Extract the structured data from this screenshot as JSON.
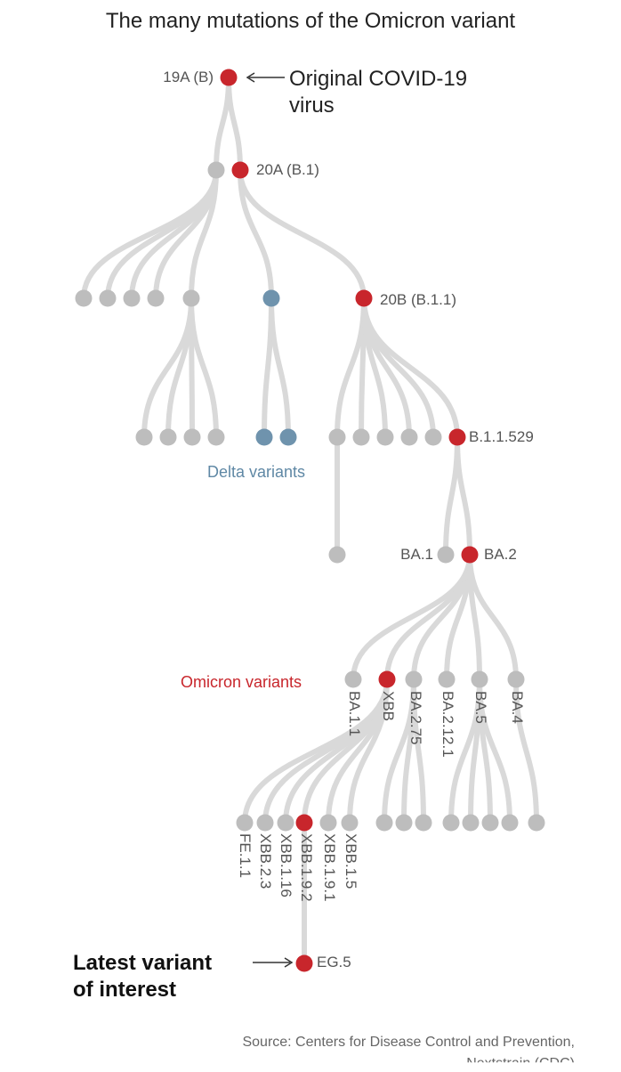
{
  "title": "The many mutations of the Omicron variant",
  "colors": {
    "omicron": "#c8262c",
    "delta": "#6f93ad",
    "other": "#bdbdbd",
    "edge": "#d9d9d9",
    "text": "#555555"
  },
  "labels": {
    "root": "19A (B)",
    "n20a": "20A (B.1)",
    "n20b": "20B (B.1.1)",
    "b11529": "B.1.1.529",
    "ba1": "BA.1",
    "ba2": "BA.2",
    "ba11": "BA.1.1",
    "xbb": "XBB",
    "ba275": "BA.2.75",
    "ba2121": "BA.2.12.1",
    "ba5": "BA.5",
    "ba4": "BA.4",
    "fe11": "FE.1.1",
    "xbb23": "XBB.2.3",
    "xbb116": "XBB.1.16",
    "xbb192": "XBB.1.9.2",
    "xbb191": "XBB.1.9.1",
    "xbb15": "XBB.1.5",
    "eg5": "EG.5"
  },
  "annotations": {
    "original_line1": "Original COVID-19",
    "original_line2": "virus",
    "latest_line1": "Latest variant",
    "latest_line2": "of interest",
    "delta_group": "Delta variants",
    "omicron_group": "Omicron variants"
  },
  "source": "Source: Centers for Disease Control and Prevention,",
  "source_cut": "Nextstrain (CDC)"
}
